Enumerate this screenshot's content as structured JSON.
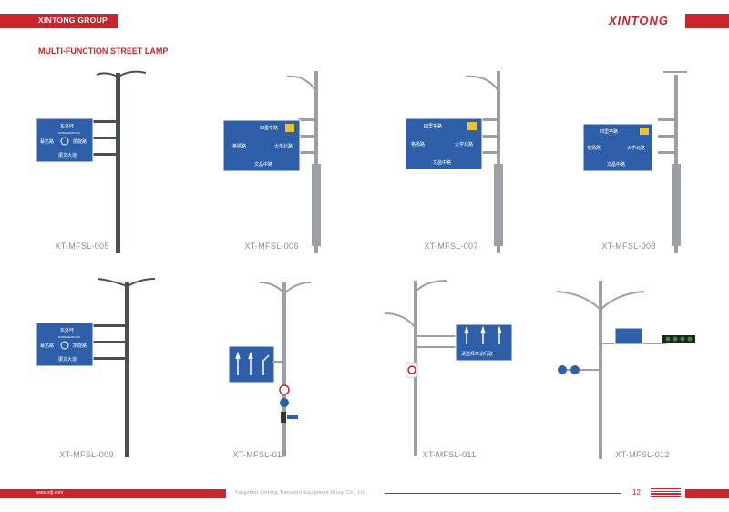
{
  "header": {
    "group_label": "XINTONG GROUP",
    "brand": "XINTONG"
  },
  "section_title": "MULTI-FUNCTION STREET LAMP",
  "products": [
    {
      "model": "XT-MFSL-005"
    },
    {
      "model": "XT-MFSL-006"
    },
    {
      "model": "XT-MFSL-007"
    },
    {
      "model": "XT-MFSL-008"
    },
    {
      "model": "XT-MFSL-009"
    },
    {
      "model": "XT-MFSL-010"
    },
    {
      "model": "XT-MFSL-011"
    },
    {
      "model": "XT-MFSL-012"
    }
  ],
  "sign_text": {
    "a_top": "东外环",
    "a_top_en": "DONGWAIHUAN",
    "a_left": "幕达路",
    "a_right": "凯旋路",
    "a_bottom": "振文大道",
    "b_top": "四里亭路",
    "b_left": "格扬路",
    "b_right": "大学北路",
    "b_bottom": "文昌中路",
    "lane_notice": "请选择车道行驶"
  },
  "footer": {
    "url": "www.xtjt.com",
    "company": "Yangzhou Xintong Transport Equipment Group Co., Ltd.",
    "page": "12"
  },
  "colors": {
    "accent": "#c8252c",
    "sign_blue": "#2f5fa8",
    "pole": "#9aa0a6"
  }
}
